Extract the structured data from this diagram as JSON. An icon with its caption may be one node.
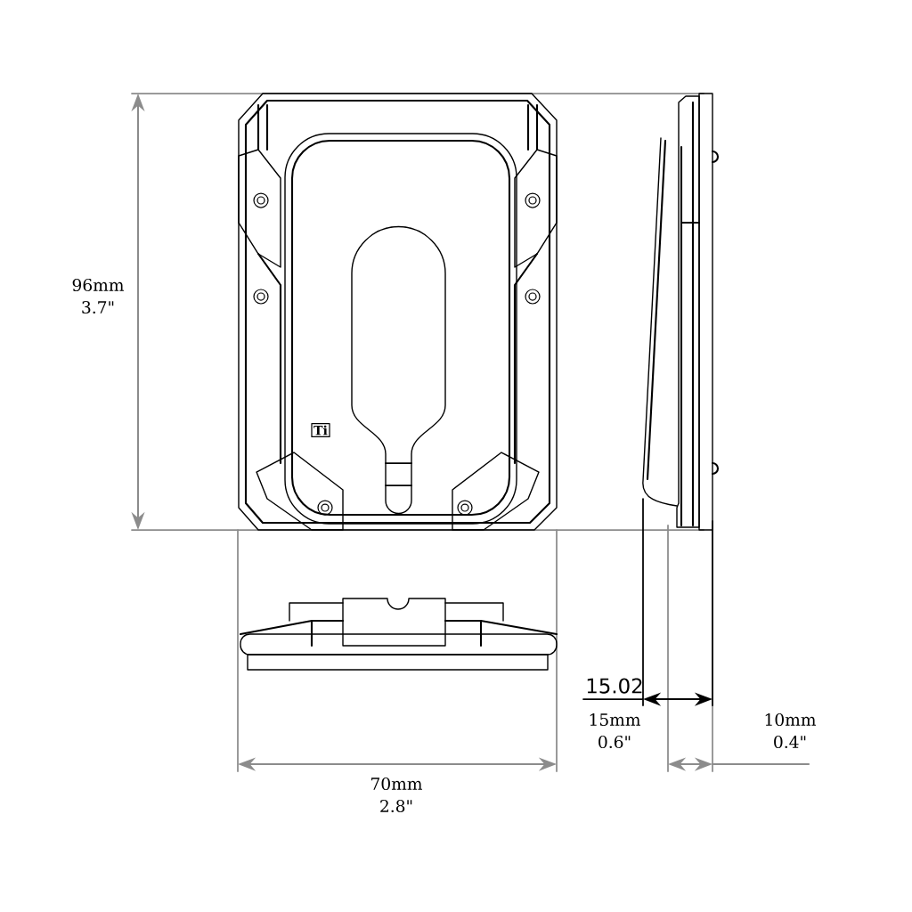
{
  "diagram": {
    "labels": [
      "Ti",
      "96mm",
      "3.7\"",
      "15.02",
      "15mm",
      "0.6\"",
      "10mm",
      "0.4\"",
      "70mm",
      "2.8\""
    ]
  }
}
